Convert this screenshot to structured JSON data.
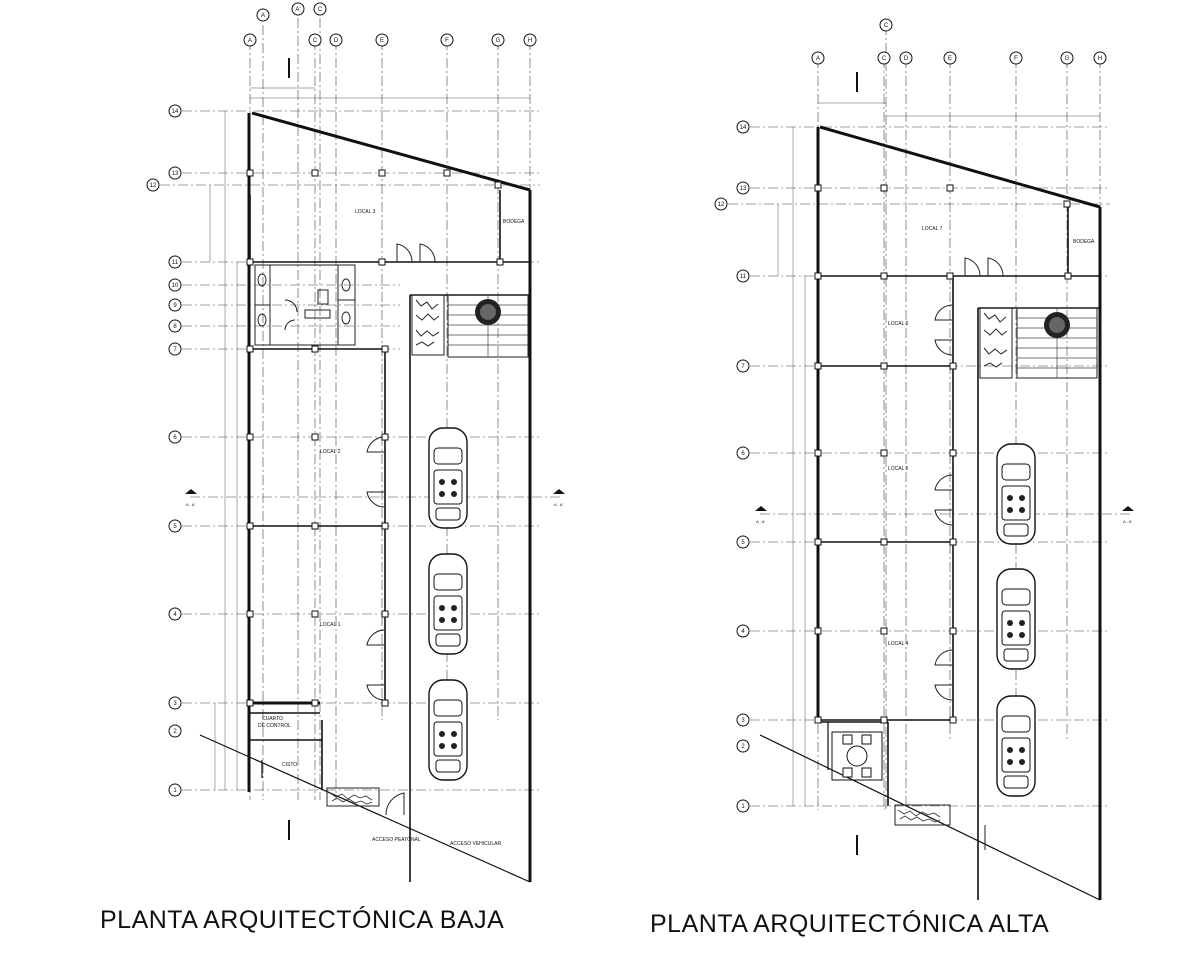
{
  "titles": {
    "baja": "PLANTA ARQUITECTÓNICA BAJA",
    "alta": "PLANTA ARQUITECTÓNICA ALTA"
  },
  "plan_baja": {
    "rooms": {
      "local3": "LOCAL 3",
      "local2": "LOCAL 2",
      "local1": "LOCAL 1",
      "bodega": "BODEGA",
      "cuarto": "CUARTO",
      "de_control": "DE CONTROL",
      "cisto": "CISTO",
      "acceso_peatonal": "ACCESO PEATONAL",
      "acceso_vehicular": "ACCESO VEHICULAR"
    },
    "col_axes": [
      "A",
      "A'",
      "C",
      "A",
      "C",
      "D",
      "E",
      "F",
      "G",
      "H"
    ],
    "row_axes": [
      "14",
      "13",
      "12",
      "11",
      "10",
      "9",
      "8",
      "7",
      "6",
      "5",
      "4",
      "3",
      "2",
      "1"
    ],
    "section": "A - A'"
  },
  "plan_alta": {
    "rooms": {
      "local7": "LOCAL 7",
      "local6": "LOCAL 6",
      "local5": "LOCAL 5",
      "local4": "LOCAL 4",
      "bodega": "BODEGA"
    },
    "col_axes": [
      "C",
      "A",
      "C",
      "D",
      "E",
      "F",
      "G",
      "H"
    ],
    "row_axes": [
      "14",
      "13",
      "12",
      "11",
      "7",
      "6",
      "5",
      "4",
      "3",
      "2",
      "1"
    ],
    "section": "A - A'"
  }
}
